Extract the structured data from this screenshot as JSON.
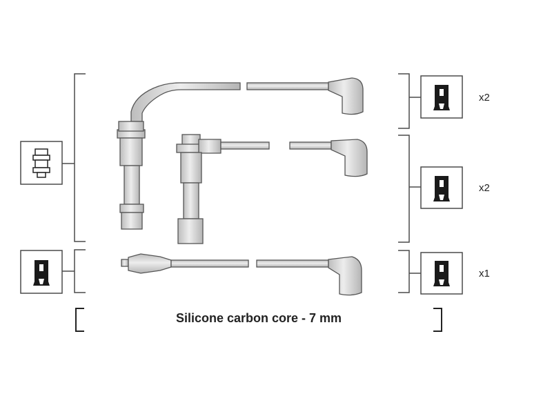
{
  "legend": {
    "quantities": [
      "x2",
      "x2",
      "x1"
    ],
    "caption": "Silicone carbon core - 7 mm"
  },
  "icons": {
    "left_top": "spark-plug-connector-icon",
    "left_bottom": "boot-connector-icon",
    "right_1": "boot-connector-icon",
    "right_2": "boot-connector-icon",
    "right_3": "boot-connector-icon"
  },
  "colors": {
    "line": "#4a4a4a",
    "wire_fill": "#d9d9d9",
    "wire_stroke": "#555555",
    "icon_fill": "#1a1a1a"
  }
}
